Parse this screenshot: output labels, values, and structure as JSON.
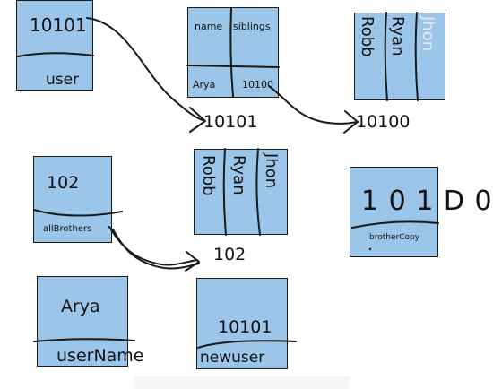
{
  "user": {
    "value": "10101",
    "label": "user"
  },
  "sibling_table": {
    "headers": [
      "name",
      "siblings"
    ],
    "row": [
      "Arya",
      "10100"
    ],
    "address": "10101"
  },
  "siblings_array_top": {
    "items": [
      "Robb",
      "Ryan",
      "Jhon"
    ],
    "address": "10100"
  },
  "all_brothers": {
    "value": "102",
    "label": "allBrothers"
  },
  "brothers_array": {
    "items": [
      "Robb",
      "Ryan",
      "Jhon"
    ],
    "address": "102"
  },
  "brother_copy": {
    "value": "10100",
    "label": "brotherCopy",
    "display": "1 0 1 D 0"
  },
  "user_name": {
    "value": "Arya",
    "label": "userName"
  },
  "new_user": {
    "value": "10101",
    "label": "newuser"
  },
  "colors": {
    "box_fill": "#9cc5ea",
    "ink": "#1a1a1a",
    "faint_text": "#e8e8ee"
  }
}
